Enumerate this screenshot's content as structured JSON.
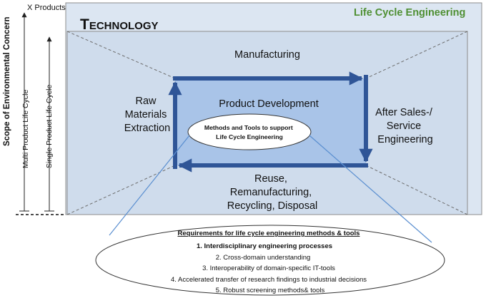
{
  "axis": {
    "top_label": "X Products",
    "scope_label": "Scope of Environmental Concern",
    "multi_label": "Multi Product Life Cycle",
    "single_label": "Single Product Life Cycle"
  },
  "frame": {
    "technology_cap": "T",
    "technology_rest": "ECHNOLOGY",
    "lce_label": "Life Cycle Engineering"
  },
  "phases": {
    "manufacturing": "Manufacturing",
    "raw": [
      "Raw",
      "Materials",
      "Extraction"
    ],
    "after": [
      "After Sales-/",
      "Service",
      "Engineering"
    ],
    "reuse": [
      "Reuse,",
      "Remanufacturing,",
      "Recycling, Disposal"
    ],
    "product_development": "Product Development"
  },
  "methods": [
    "Methods and Tools to support",
    "Life Cycle Engineering"
  ],
  "requirements": {
    "title": "Requirements for life cycle engineering methods & tools",
    "items": [
      "1.  Interdisciplinary engineering processes",
      "2.  Cross-domain understanding",
      "3.  Interoperability of domain-specific IT-tools",
      "4.  Accelerated transfer of research findings to industrial decisions",
      "5.  Robust screening methods& tools"
    ]
  },
  "colors": {
    "lce_fill": "#dce6f2",
    "tech_fill": "#cfdcec",
    "pd_fill": "#a9c4e8",
    "arrow": "#2f5597",
    "lce_text": "#4e8f32"
  }
}
